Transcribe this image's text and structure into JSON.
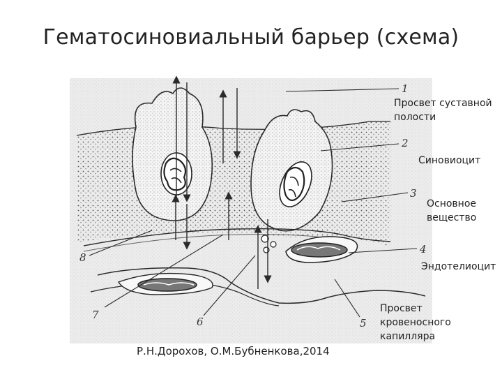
{
  "slide": {
    "title": "Гематосиновиальный барьер (схема)",
    "credit": "Р.Н.Дорохов, О.М.Бубненкова,2014"
  },
  "diagram": {
    "numbers": [
      "1",
      "2",
      "3",
      "4",
      "5",
      "6",
      "7",
      "8"
    ],
    "labels": {
      "joint_cavity_line1": "Просвет суставной",
      "joint_cavity_line2": "полости",
      "synoviocyte": "Синовиоцит",
      "ground_substance_line1": "Основное",
      "ground_substance_line2": "вещество",
      "endotheliocyte": "Эндотелиоцит",
      "capillary_line1": "Просвет",
      "capillary_line2": "кровеносного",
      "capillary_line3": "капилляра"
    }
  },
  "colors": {
    "ink": "#2a2a2a",
    "paper": "#ececec",
    "cell_fill": "#f7f7f7"
  }
}
